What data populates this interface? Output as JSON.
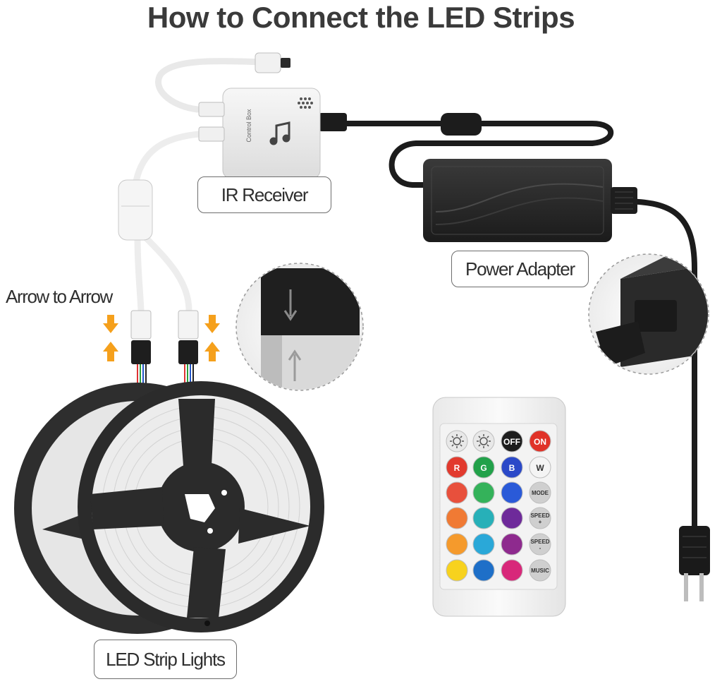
{
  "title": "How to Connect the LED Strips",
  "labels": {
    "ir_receiver": "IR Receiver",
    "power_adapter": "Power Adapter",
    "arrow_to_arrow": "Arrow to Arrow",
    "led_strip_lights": "LED Strip Lights"
  },
  "control_box": {
    "text_lines": [
      "Control Box"
    ]
  },
  "remote": {
    "buttons": {
      "off": "OFF",
      "on": "ON",
      "r": "R",
      "g": "G",
      "b": "B",
      "w": "W",
      "mode": "MODE",
      "speed_up": "SPEED +",
      "speed_down": "SPEED -",
      "music": "MUSIC"
    }
  },
  "colors": {
    "arrow": "#f5a01c",
    "reel": "#2e2e2e",
    "cable": "#1c1c1c",
    "adapter": "#262626"
  }
}
